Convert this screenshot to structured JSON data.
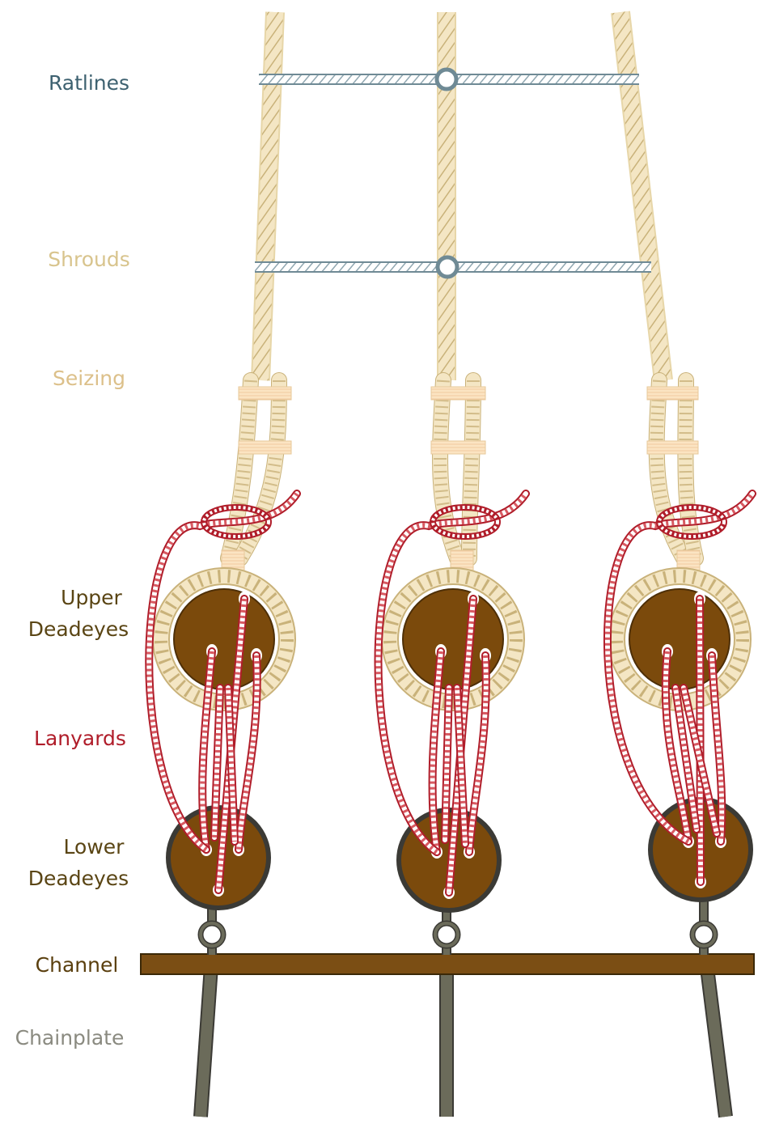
{
  "labels": {
    "ratlines": "Ratlines",
    "shrouds": "Shrouds",
    "seizing": "Seizing",
    "upper_deadeyes_1": "Upper",
    "upper_deadeyes_2": "Deadeyes",
    "lanyards": "Lanyards",
    "lower_deadeyes_1": "Lower",
    "lower_deadeyes_2": "Deadeyes",
    "channel": "Channel",
    "chainplate": "Chainplate"
  },
  "colors": {
    "ratlines": "#3d6170",
    "ratline_rope": "#a9bcc4",
    "shrouds": "#d8c48d",
    "shroud_rope": "#f4e6c4",
    "shroud_edge": "#c9b27a",
    "seizing": "#dcc08a",
    "seizing_band": "#f7ddb8",
    "deadeye_wood": "#7b4a0c",
    "lanyards": "#b01d2a",
    "lanyard_rope": "#d85a62",
    "lower_deadeyes": "#5a4514",
    "channel": "#5a3f0e",
    "channel_wood": "#7b4e14",
    "chainplate": "#8a8a80",
    "chainplate_metal": "#6b6b5a",
    "iron_edge": "#3b3a35"
  }
}
